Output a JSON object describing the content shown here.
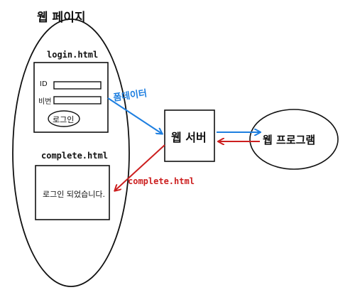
{
  "web_page": {
    "label": "웹 페이지"
  },
  "login_page": {
    "filename": "login.html",
    "id_label": "ID",
    "pw_label": "비번",
    "login_button": "로그인"
  },
  "complete_page": {
    "filename": "complete.html",
    "message": "로그인 되었습니다."
  },
  "web_server": {
    "label": "웹 서버"
  },
  "web_program": {
    "label": "웹 프로그램"
  },
  "arrows": {
    "request_label": "폼데이터",
    "response_label": "complete.html",
    "request_color": "#1e7fe0",
    "response_color": "#cc1f1f"
  }
}
